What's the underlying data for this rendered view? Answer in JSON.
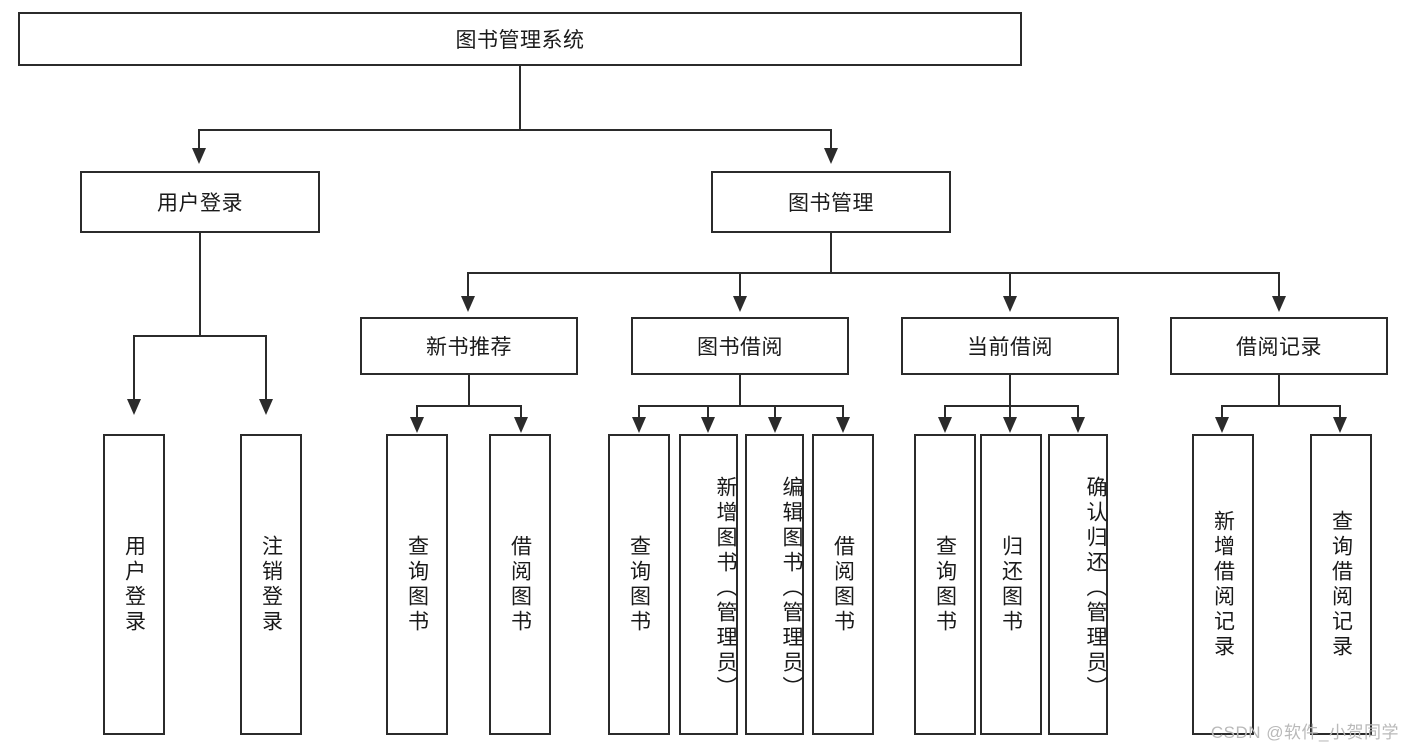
{
  "diagram": {
    "title": "图书管理系统",
    "type": "tree-hierarchy-diagram",
    "colors": {
      "stroke": "#2b2b2b",
      "background": "#ffffff",
      "text": "#1a1a1a",
      "watermark": "#b9b9b9"
    },
    "root": {
      "label": "图书管理系统"
    },
    "level2": [
      {
        "label": "用户登录"
      },
      {
        "label": "图书管理"
      }
    ],
    "level3": [
      {
        "label": "新书推荐"
      },
      {
        "label": "图书借阅"
      },
      {
        "label": "当前借阅"
      },
      {
        "label": "借阅记录"
      }
    ],
    "leaves": {
      "user_login": [
        {
          "label": "用户登录"
        },
        {
          "label": "注销登录"
        }
      ],
      "new_book_recommend": [
        {
          "label": "查询图书"
        },
        {
          "label": "借阅图书"
        }
      ],
      "book_borrow": [
        {
          "label": "查询图书"
        },
        {
          "label": "新增图书（管理员）"
        },
        {
          "label": "编辑图书（管理员）"
        },
        {
          "label": "借阅图书"
        }
      ],
      "current_borrow": [
        {
          "label": "查询图书"
        },
        {
          "label": "归还图书"
        },
        {
          "label": "确认归还（管理员）"
        }
      ],
      "borrow_record": [
        {
          "label": "新增借阅记录"
        },
        {
          "label": "查询借阅记录"
        }
      ]
    }
  },
  "watermark": {
    "text": "CSDN @软件_小贺同学"
  }
}
